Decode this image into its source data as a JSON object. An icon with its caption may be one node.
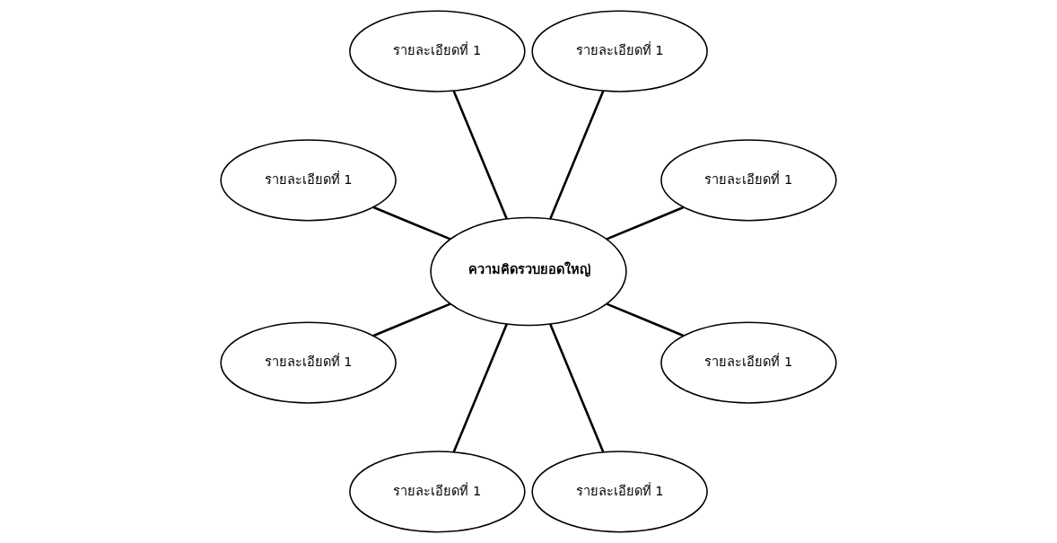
{
  "diagram": {
    "nodes": [
      {
        "text": [
          "รายละเอียดที่ 1"
        ]
      },
      {
        "text": [
          "รายละเอียดที่ 1"
        ]
      },
      {
        "text": [
          "รายละเอียดที่ 1"
        ]
      },
      {
        "text": [
          "รายละเอียดที่ 1"
        ]
      },
      {
        "text": [
          "ความคิดรวบยอดใหญ่"
        ]
      },
      {
        "text": [
          "รายละเอียดที่ 1"
        ]
      },
      {
        "text": [
          "รายละเอียดที่ 1"
        ]
      },
      {
        "text": [
          "รายละเอียดที่ 1"
        ]
      },
      {
        "text": [
          "รายละเอียดที่ 1"
        ]
      }
    ],
    "edges": [
      {
        "from": 4,
        "to": 0,
        "arrow": "none"
      },
      {
        "from": 4,
        "to": 1,
        "arrow": "none"
      },
      {
        "from": 4,
        "to": 2,
        "arrow": "none"
      },
      {
        "from": 4,
        "to": 3,
        "arrow": "none"
      },
      {
        "from": 4,
        "to": 5,
        "arrow": "none"
      },
      {
        "from": 4,
        "to": 6,
        "arrow": "none"
      },
      {
        "from": 4,
        "to": 7,
        "arrow": "none"
      },
      {
        "from": 4,
        "to": 8,
        "arrow": "none"
      }
    ]
  }
}
